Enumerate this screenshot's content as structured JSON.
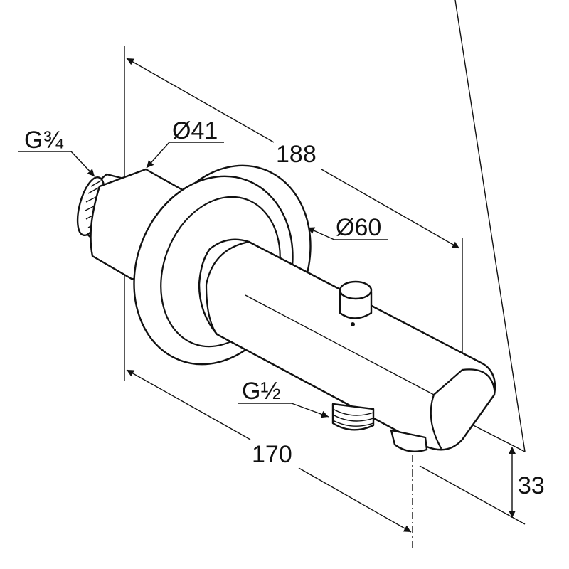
{
  "drawing": {
    "labels": {
      "inlet_thread": "G¾",
      "body_diameter": "Ø41",
      "overall_length": "188",
      "rosette_diameter": "Ø60",
      "outlet_thread": "G½",
      "body_length": "170",
      "outlet_offset": "33"
    },
    "line_color": "#111111",
    "background": "#ffffff"
  }
}
